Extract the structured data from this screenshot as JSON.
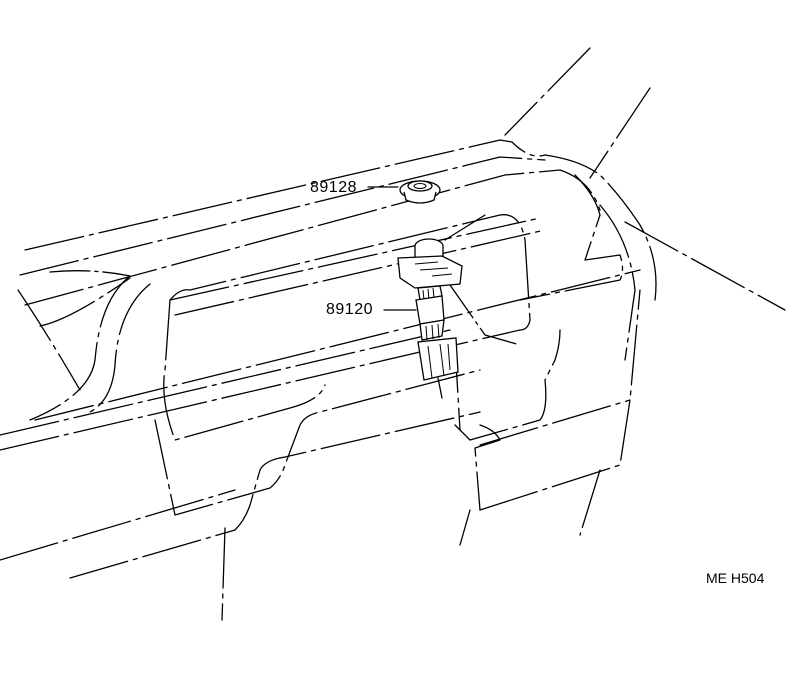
{
  "diagram": {
    "type": "parts-illustration",
    "callouts": [
      {
        "part_number": "89128",
        "description_icon": "grommet-icon"
      },
      {
        "part_number": "89120",
        "description_icon": "sensor-switch-with-connector-icon"
      }
    ],
    "figure_code": "ME H504",
    "colors": {
      "line": "#000000",
      "background": "#ffffff"
    }
  }
}
